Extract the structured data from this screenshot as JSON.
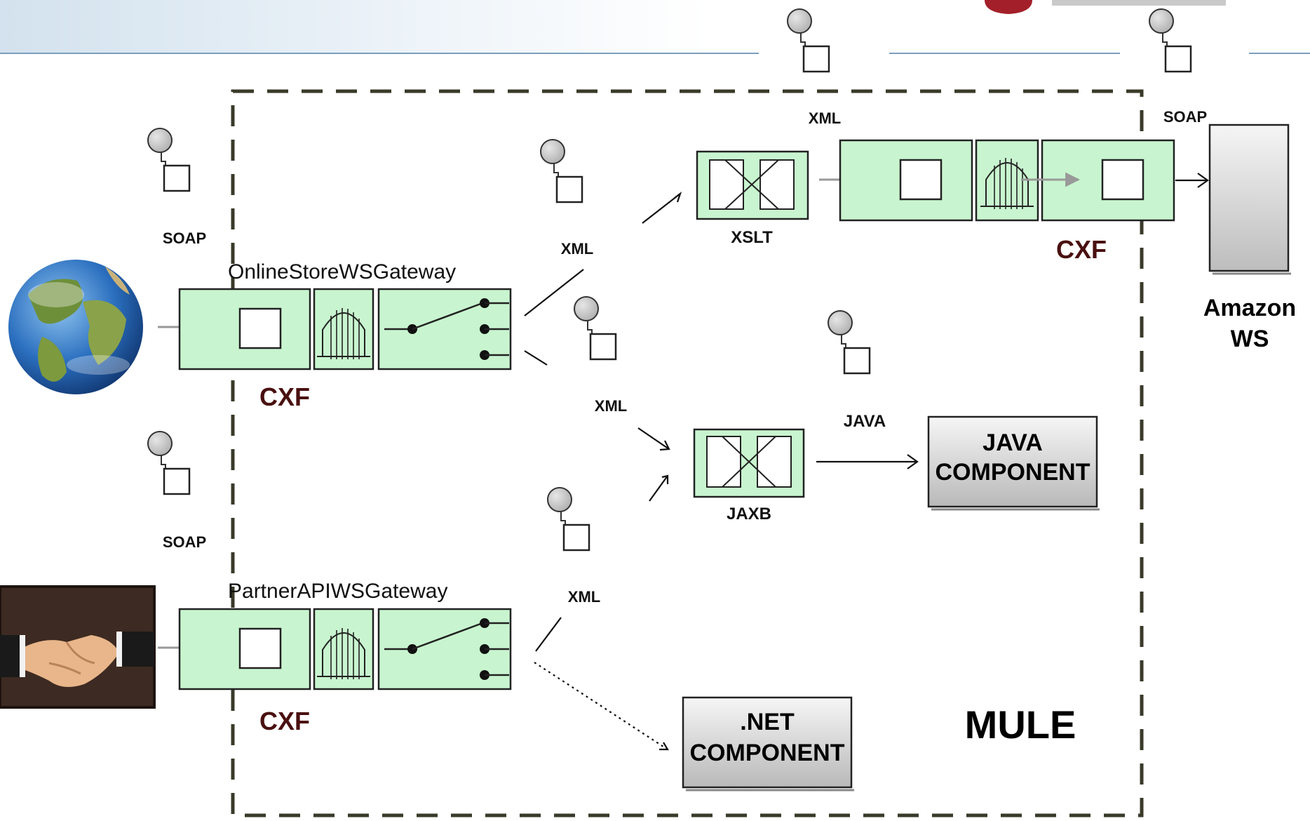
{
  "boundary_label": "MULE",
  "gateways": [
    {
      "name": "OnlineStoreWSGateway",
      "transport": "CXF",
      "message_type": "SOAP"
    },
    {
      "name": "PartnerAPIWSGateway",
      "transport": "CXF",
      "message_type": "SOAP"
    }
  ],
  "transformers": [
    {
      "name": "XSLT"
    },
    {
      "name": "JAXB"
    }
  ],
  "message_labels": {
    "xml_1": "XML",
    "xml_2": "XML",
    "xml_3": "XML",
    "xml_top": "XML",
    "soap_top": "SOAP",
    "java": "JAVA"
  },
  "outbound": {
    "transport": "CXF"
  },
  "components": {
    "java": [
      "JAVA",
      "COMPONENT"
    ],
    "dotnet": [
      ".NET",
      "COMPONENT"
    ]
  },
  "external_service": [
    "Amazon",
    "WS"
  ],
  "colors": {
    "flow_fill": "#c8f5cf",
    "flow_stroke": "#222222",
    "boundary": "#3a3a2a",
    "cxf_text": "#4a1010",
    "component_fill_top": "#f4f4f4",
    "component_fill_bottom": "#bcbcbc",
    "header_band": "#e3edf5"
  },
  "icons": {
    "client_1": "globe-icon",
    "client_2": "handshake-icon",
    "message": "message-envelope-icon",
    "filter": "filter-gate-icon",
    "router": "router-switch-icon",
    "transformer": "transformer-cross-icon"
  }
}
